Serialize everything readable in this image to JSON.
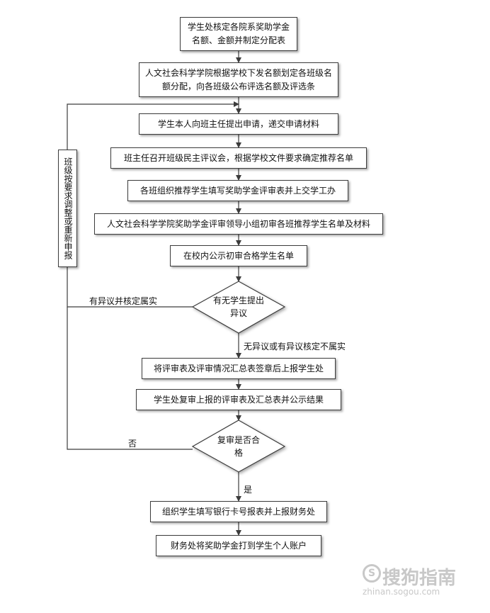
{
  "steps": [
    "学生处核定各院系奖助学金名额、金额并制定分配表",
    "人文社会科学学院根据学校下发名额划定各班级名额分配，向各班级公布评选名额及评选条",
    "学生本人向班主任提出申请，递交申请材料",
    "班主任召开班级民主评议会，根据学校文件要求确定推荐名单",
    "各班组织推荐学生填写奖助学金评审表并上交学工办",
    "人文社会科学学院奖助学金评审领导小组初审各班推荐学生名单及材料",
    "在校内公示初审合格学生名单",
    "将评审表及评审情况汇总表签章后上报学生处",
    "学生处复审上报的评审表及汇总表并公示结果",
    "组织学生填写银行卡号报表并上报财务处",
    "财务处将奖助学金打到学生个人账户"
  ],
  "decisions": {
    "objection": "有无学生提出异议",
    "review": "复审是否合格"
  },
  "labels": {
    "objection_yes": "有异议并核定属实",
    "objection_no": "无异议或有异议核定不属实",
    "review_no": "否",
    "review_yes": "是"
  },
  "side_box": "班级按要求调整或重新申报",
  "watermark": {
    "logo": "S",
    "brand": "搜狗指南",
    "url": "zhinan.sogou.com"
  }
}
